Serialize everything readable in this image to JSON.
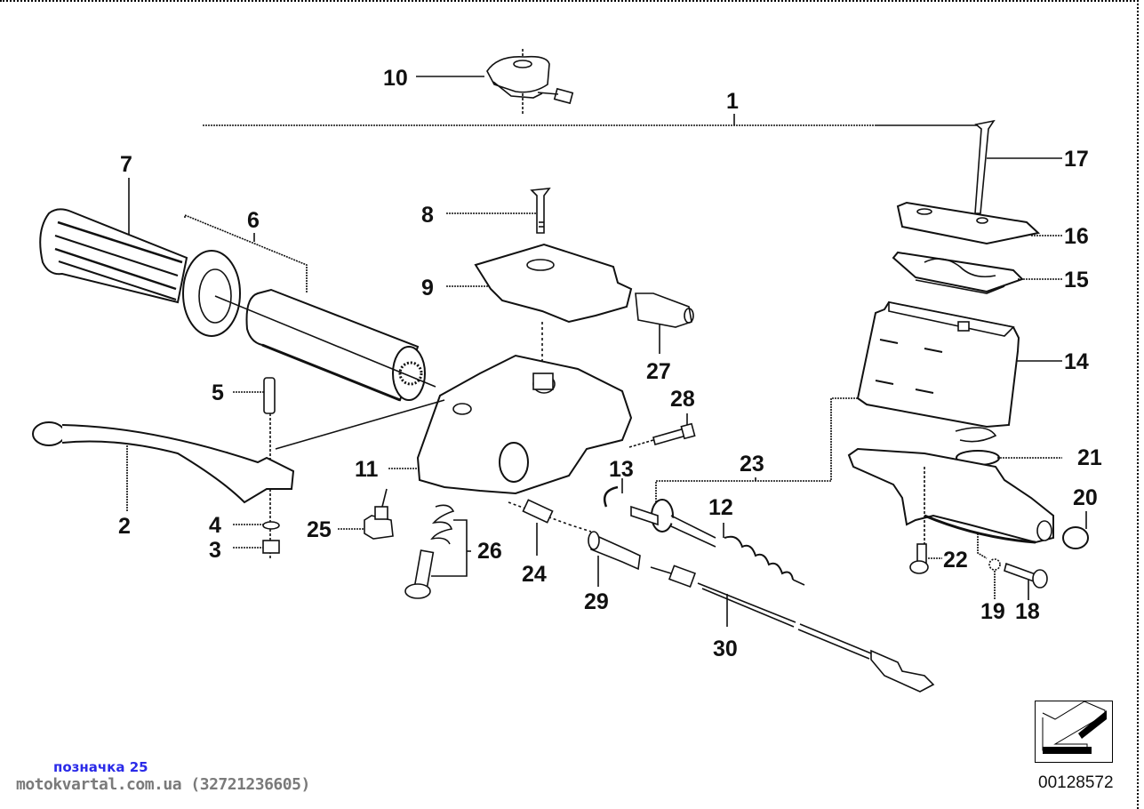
{
  "diagram": {
    "title": "Handlebar switch / throttle assembly – exploded parts view",
    "diagram_number": "00128572",
    "watermark": {
      "label": "позначка 25",
      "site": "motokvartal.com.ua (32721236605)"
    },
    "callouts": [
      {
        "number": "1",
        "part": "assembly group bracket"
      },
      {
        "number": "2",
        "part": "lever"
      },
      {
        "number": "3",
        "part": "nut"
      },
      {
        "number": "4",
        "part": "washer"
      },
      {
        "number": "5",
        "part": "pivot screw"
      },
      {
        "number": "6",
        "part": "throttle tube assembly"
      },
      {
        "number": "7",
        "part": "grip"
      },
      {
        "number": "8",
        "part": "countersunk screw"
      },
      {
        "number": "9",
        "part": "cover"
      },
      {
        "number": "10",
        "part": "switch"
      },
      {
        "number": "11",
        "part": "housing"
      },
      {
        "number": "12",
        "part": "piston with spring"
      },
      {
        "number": "13",
        "part": "circlip"
      },
      {
        "number": "14",
        "part": "reservoir"
      },
      {
        "number": "15",
        "part": "gasket"
      },
      {
        "number": "16",
        "part": "reservoir cover"
      },
      {
        "number": "17",
        "part": "long screw"
      },
      {
        "number": "18",
        "part": "bolt"
      },
      {
        "number": "19",
        "part": "lock washer"
      },
      {
        "number": "20",
        "part": "cap"
      },
      {
        "number": "21",
        "part": "sealing ring"
      },
      {
        "number": "22",
        "part": "screw"
      },
      {
        "number": "23",
        "part": "master cylinder assembly"
      },
      {
        "number": "24",
        "part": "brake light switch"
      },
      {
        "number": "25",
        "part": "adjuster screw"
      },
      {
        "number": "26",
        "part": "screw with spring"
      },
      {
        "number": "27",
        "part": "rubber boot"
      },
      {
        "number": "28",
        "part": "bolt"
      },
      {
        "number": "29",
        "part": "sleeve"
      },
      {
        "number": "30",
        "part": "cable with connector"
      }
    ]
  }
}
